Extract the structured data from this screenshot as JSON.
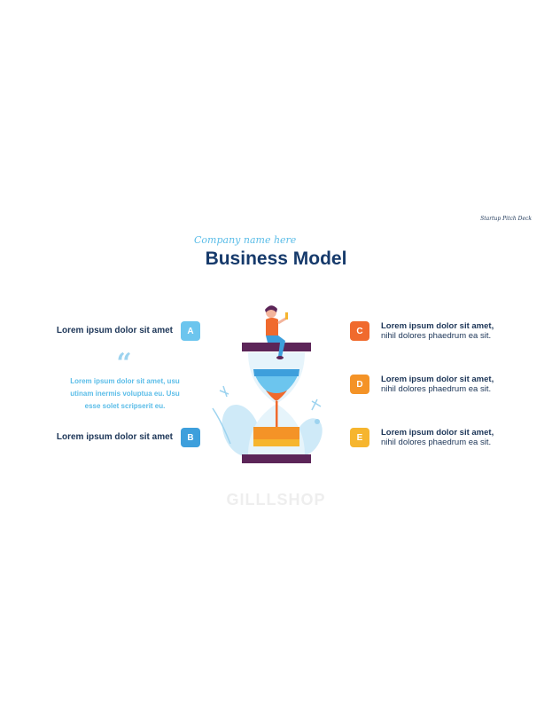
{
  "header": {
    "deck_tag": "Startup Pitch Deck",
    "subtitle": "Company name here",
    "title": "Business Model"
  },
  "left": {
    "item_a": {
      "badge": "A",
      "label": "Lorem ipsum dolor sit amet"
    },
    "item_b": {
      "badge": "B",
      "label": "Lorem ipsum dolor sit amet"
    },
    "quote_mark": "“",
    "quote": "Lorem ipsum dolor sit amet, usu utinam inermis voluptua eu. Usu esse solet scripserit eu."
  },
  "right": {
    "item_c": {
      "badge": "C",
      "title": "Lorem ipsum dolor sit amet,",
      "text": "nihil dolores phaedrum ea sit."
    },
    "item_d": {
      "badge": "D",
      "title": "Lorem ipsum dolor sit amet,",
      "text": "nihil dolores phaedrum ea sit."
    },
    "item_e": {
      "badge": "E",
      "title": "Lorem ipsum dolor sit amet,",
      "text": "nihil dolores phaedrum ea sit."
    }
  },
  "watermark": "GILLLSHOP",
  "colors": {
    "badge_a": "#6cc5ee",
    "badge_b": "#3d9fdc",
    "badge_c": "#f06a2d",
    "badge_d": "#f49327",
    "badge_e": "#f6b52e",
    "title": "#163a6b",
    "accent": "#5bbde8"
  },
  "illustration": {
    "icon": "hourglass-with-person-icon"
  }
}
